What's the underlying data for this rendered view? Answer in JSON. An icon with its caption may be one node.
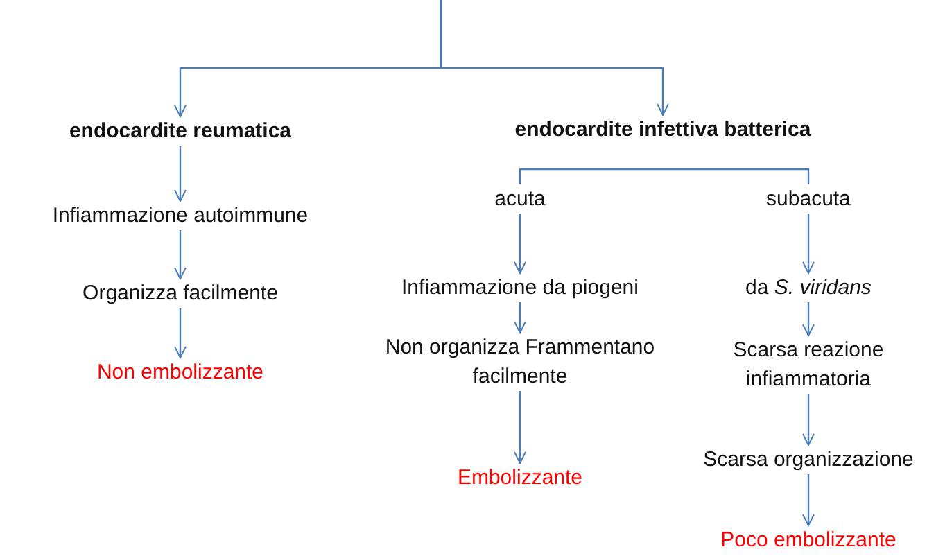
{
  "diagram": {
    "nodes": [
      {
        "text": [
          "endocardite reumatica"
        ]
      },
      {
        "text": [
          "endocardite infettiva batterica"
        ]
      },
      {
        "text": [
          "Infiammazione autoimmune"
        ]
      },
      {
        "text": [
          "Organizza facilmente"
        ]
      },
      {
        "text": [
          "Non embolizzante"
        ]
      },
      {
        "text": [
          "acuta"
        ]
      },
      {
        "text": [
          "subacuta"
        ]
      },
      {
        "text": [
          "Infiammazione da piogeni"
        ]
      },
      {
        "text": [
          "Non organizza Frammentano facilmente"
        ]
      },
      {
        "text": [
          "Embolizzante"
        ]
      },
      {
        "text": [
          "da *S. viridans*"
        ]
      },
      {
        "text": [
          "Scarsa reazione infiammatoria"
        ]
      },
      {
        "text": [
          "Scarsa organizzazione"
        ]
      },
      {
        "text": [
          "Poco embolizzante"
        ]
      }
    ],
    "edges": [
      {
        "from": null,
        "to": 0,
        "arrow": "to"
      },
      {
        "from": null,
        "to": 1,
        "arrow": "to"
      },
      {
        "from": 0,
        "to": 2,
        "arrow": "to"
      },
      {
        "from": 2,
        "to": 3,
        "arrow": "to"
      },
      {
        "from": 3,
        "to": 4,
        "arrow": "to"
      },
      {
        "from": 1,
        "to": 5,
        "arrow": "none"
      },
      {
        "from": 1,
        "to": 6,
        "arrow": "none"
      },
      {
        "from": 5,
        "to": 7,
        "arrow": "to"
      },
      {
        "from": 7,
        "to": 8,
        "arrow": "to"
      },
      {
        "from": 8,
        "to": 9,
        "arrow": "to"
      },
      {
        "from": 6,
        "to": 10,
        "arrow": "to"
      },
      {
        "from": 10,
        "to": 11,
        "arrow": "to"
      },
      {
        "from": 11,
        "to": 12,
        "arrow": "to"
      },
      {
        "from": 12,
        "to": 13,
        "arrow": "to"
      }
    ]
  }
}
